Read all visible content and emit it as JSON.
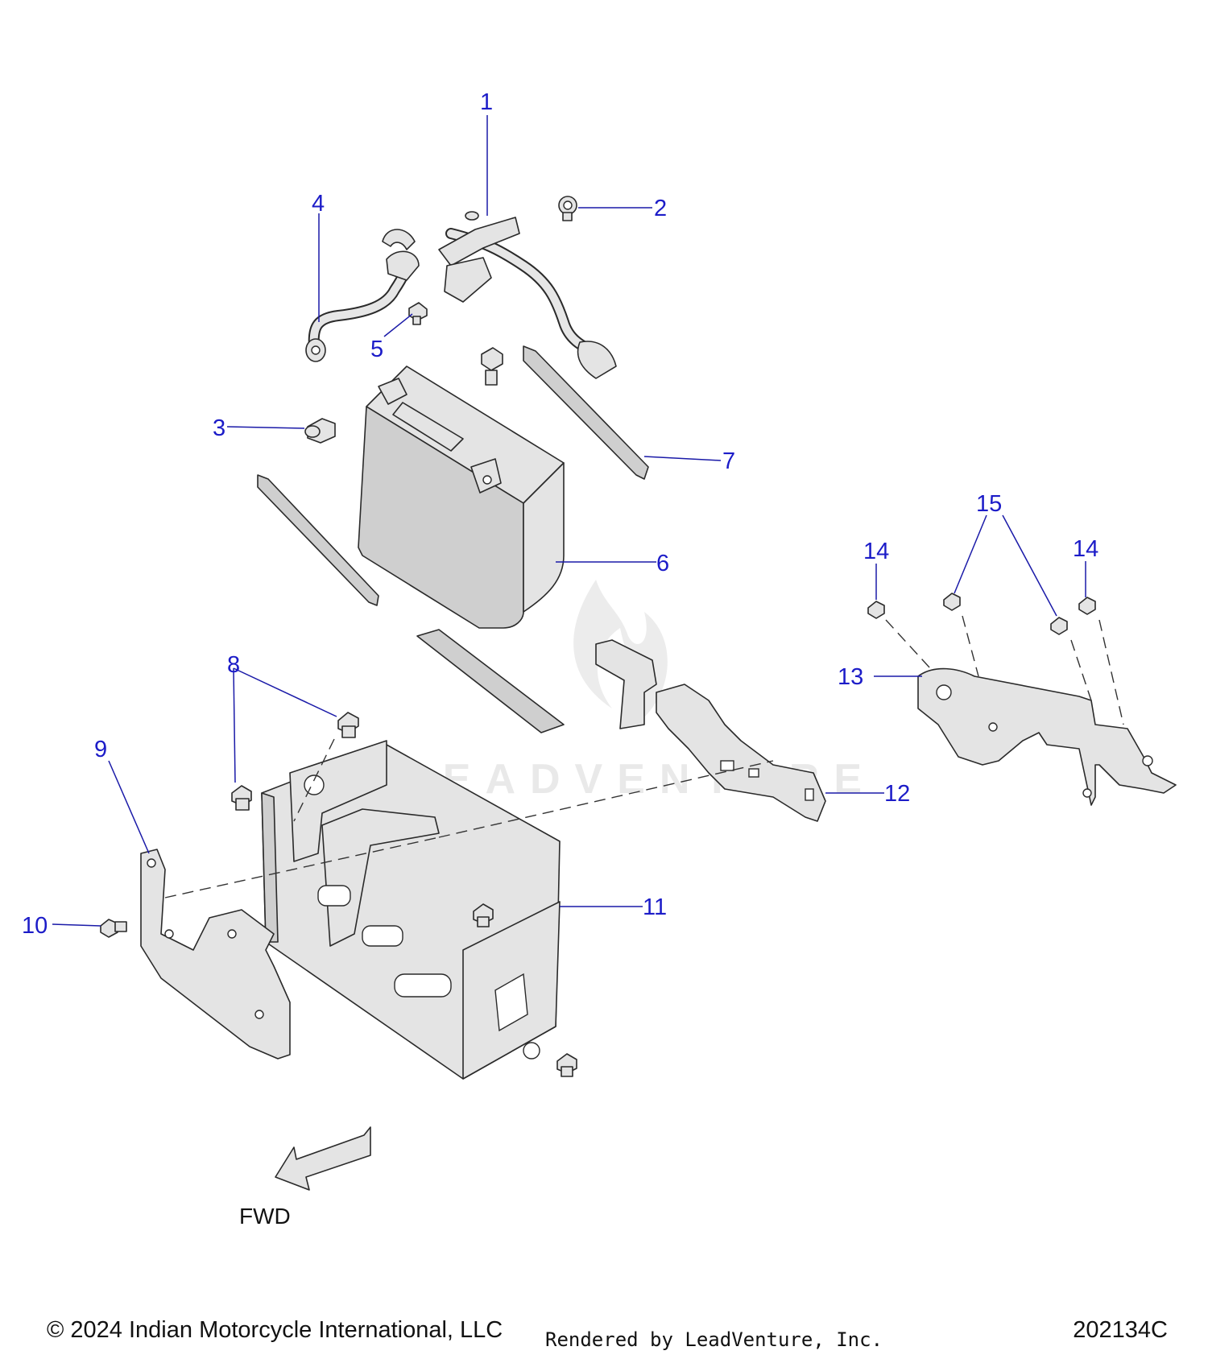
{
  "diagram": {
    "callouts": [
      "1",
      "2",
      "3",
      "4",
      "5",
      "6",
      "7",
      "8",
      "9",
      "10",
      "11",
      "12",
      "13",
      "14",
      "14",
      "15"
    ],
    "direction_label": "FWD",
    "watermark": "LEADVENTURE"
  },
  "footer": {
    "copyright": "© 2024 Indian Motorcycle International, LLC",
    "rendered_by": "Rendered by LeadVenture, Inc.",
    "drawing_number": "202134C"
  }
}
